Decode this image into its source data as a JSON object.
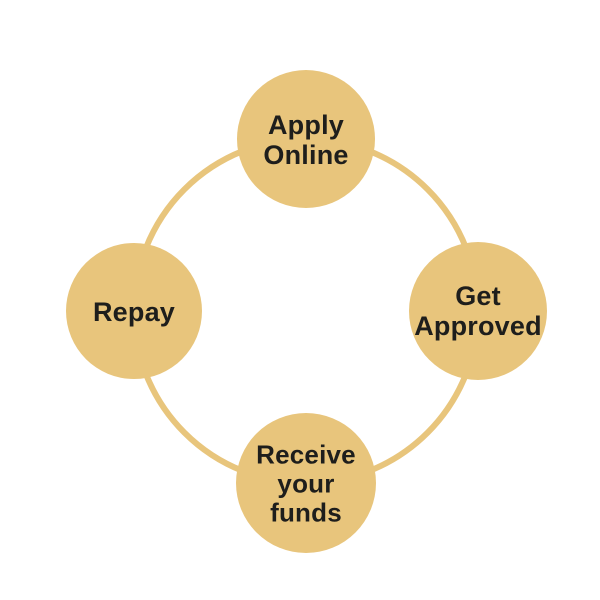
{
  "colors": {
    "gold": "#E8C57C",
    "text": "#1E1E1C",
    "background": "#FFFFFF"
  },
  "cycle": {
    "steps": [
      {
        "id": "apply-online",
        "label": "Apply Online",
        "position": "top"
      },
      {
        "id": "get-approved",
        "label": "Get Approved",
        "position": "right"
      },
      {
        "id": "receive-funds",
        "label": "Receive your funds",
        "position": "bottom"
      },
      {
        "id": "repay",
        "label": "Repay",
        "position": "left"
      }
    ]
  }
}
